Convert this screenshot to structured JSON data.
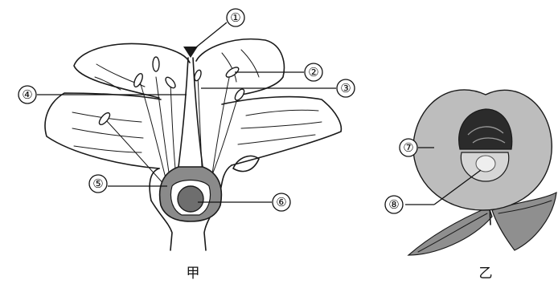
{
  "figure": {
    "flower": {
      "caption": "甲",
      "labels": [
        "①",
        "②",
        "③",
        "④",
        "⑤",
        "⑥"
      ]
    },
    "fruit": {
      "caption": "乙",
      "labels": [
        "⑦",
        "⑧"
      ]
    }
  },
  "colors": {
    "ink": "#1a1a1a",
    "ovary_fill": "#8a8a8a",
    "ovule_fill": "#6e6e6e",
    "pericarp_fill": "#bdbdbd",
    "seed_coat_fill": "#2b2b2b",
    "seed_fill": "#d6d6d6",
    "leaf_fill": "#8f8f8f"
  }
}
